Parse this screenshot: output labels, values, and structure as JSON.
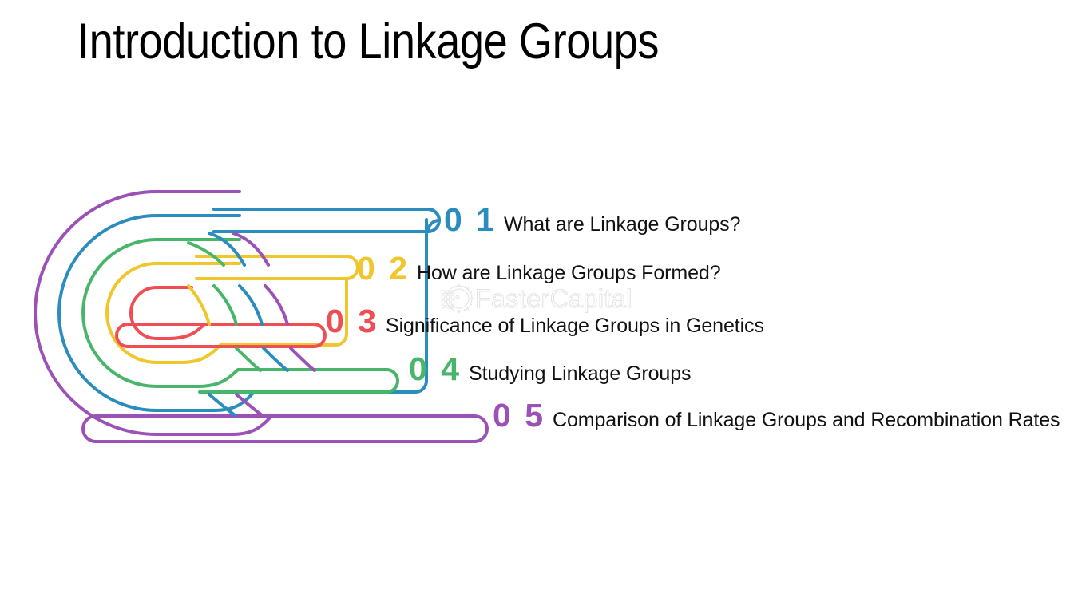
{
  "slide": {
    "title": "Introduction to Linkage Groups",
    "background_color": "#ffffff",
    "title_color": "#000000"
  },
  "watermark": {
    "text": "FasterCapital",
    "logo_icon": "gear-dots-logo-icon",
    "color": "#e3e3e3"
  },
  "items": [
    {
      "number": "0 1",
      "label": "What are Linkage Groups?",
      "color": "#2b8cbe",
      "loop_name": "loop-blue"
    },
    {
      "number": "0 2",
      "label": "How are Linkage Groups Formed?",
      "color": "#efc62b",
      "loop_name": "loop-yellow"
    },
    {
      "number": "0 3",
      "label": "Significance of Linkage Groups in Genetics",
      "color": "#ef4e55",
      "loop_name": "loop-red"
    },
    {
      "number": "0 4",
      "label": "Studying Linkage Groups",
      "color": "#47b66a",
      "loop_name": "loop-green"
    },
    {
      "number": "0 5",
      "label": "Comparison of Linkage Groups and Recombination Rates",
      "color": "#9b51b5",
      "loop_name": "loop-purple"
    }
  ],
  "diagram": {
    "name": "concentric-linkage-loops",
    "description": "Five nested U-shaped colored loops fanning out to five numbered labels",
    "stroke_width": 4
  }
}
